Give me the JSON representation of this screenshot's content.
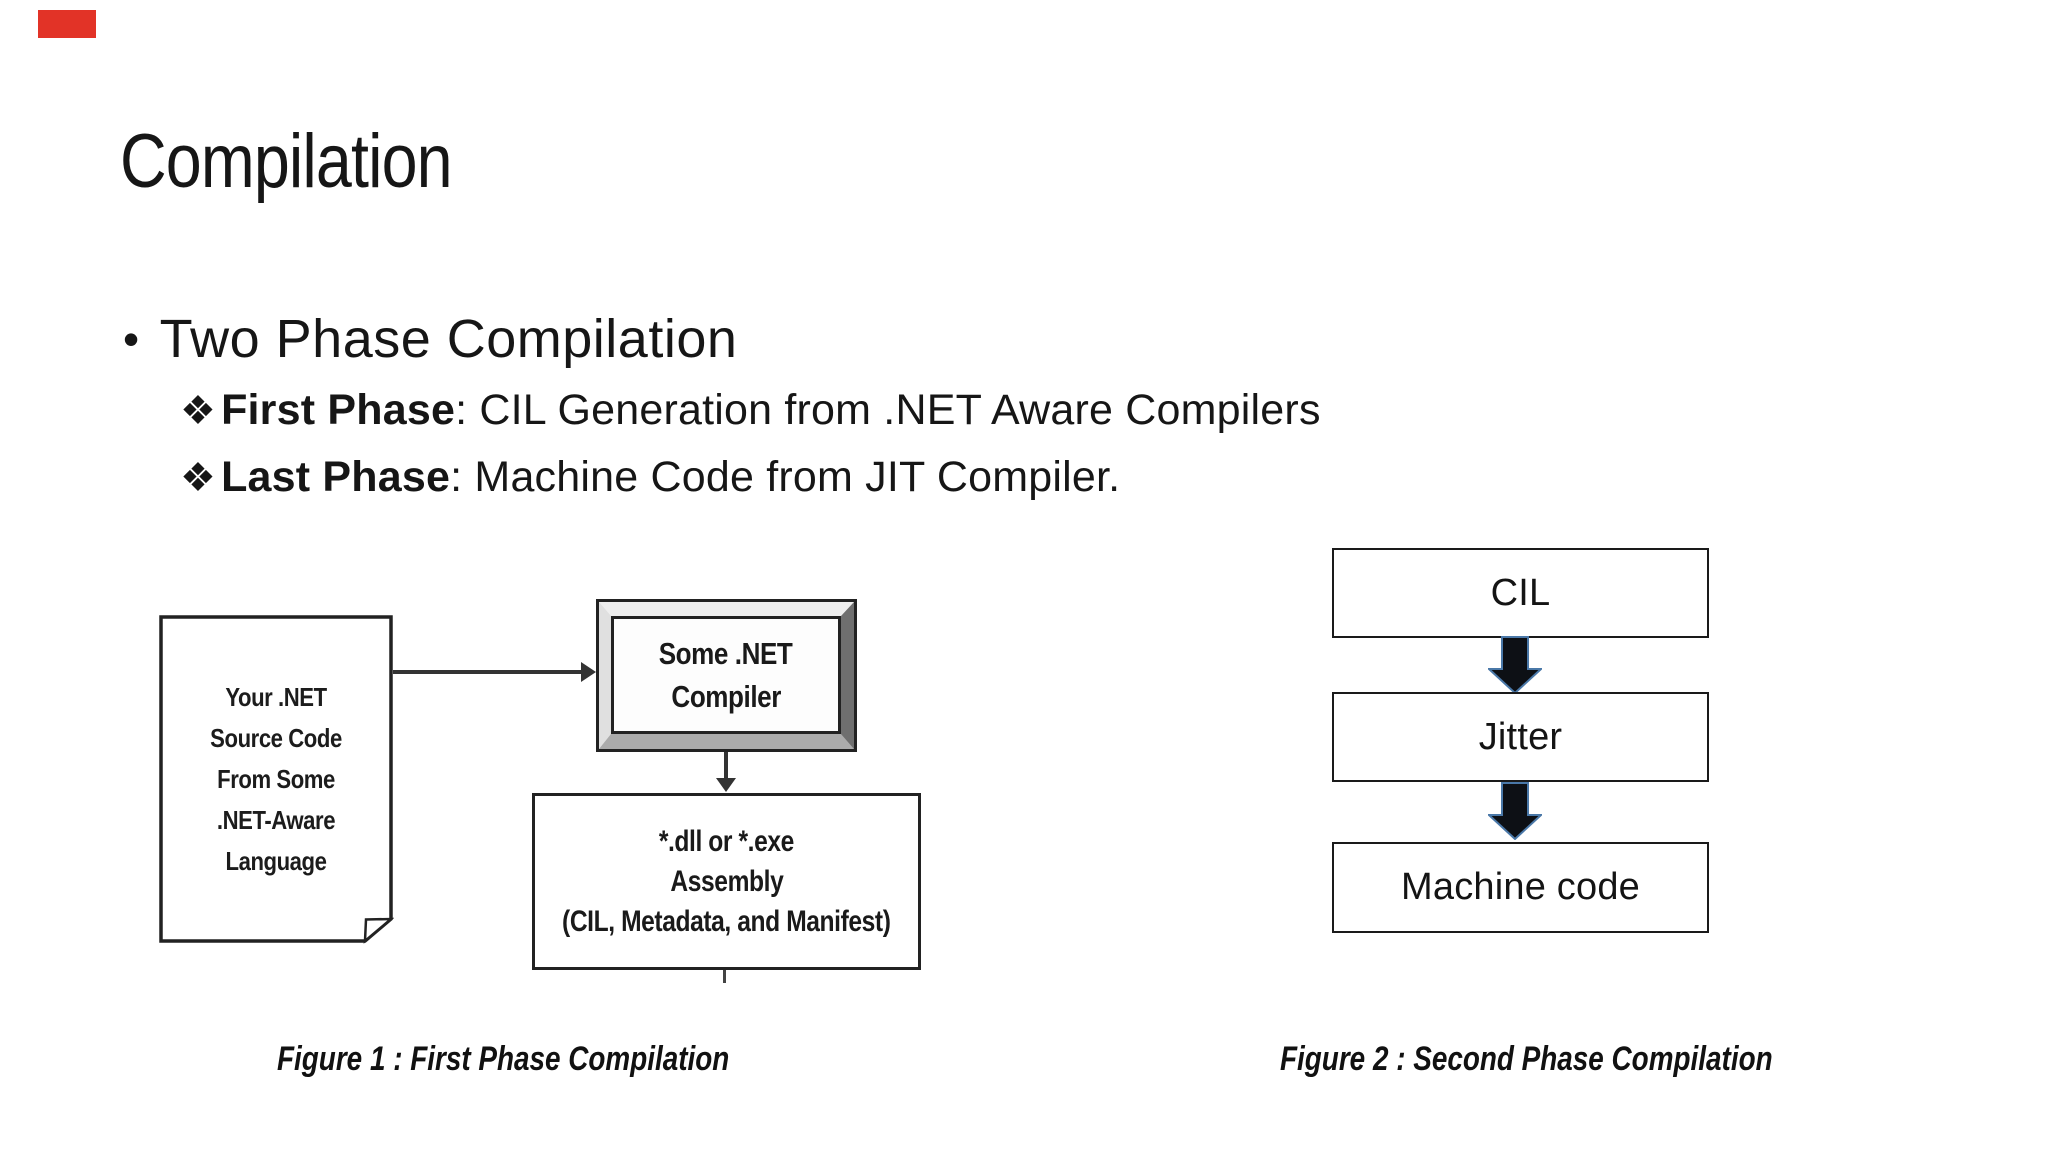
{
  "slide": {
    "title": "Compilation",
    "bullet_marker": "•",
    "bullet": "Two Phase Compilation",
    "sub_bullets": [
      {
        "marker": "❖",
        "bold": "First Phase",
        "rest": ": CIL Generation from .NET Aware Compilers"
      },
      {
        "marker": "❖",
        "bold": "Last Phase",
        "rest": ": Machine Code from JIT Compiler."
      }
    ]
  },
  "figure1": {
    "doc_lines": [
      "Your .NET",
      "Source Code",
      "From Some",
      ".NET-Aware",
      "Language"
    ],
    "compiler_lines": [
      "Some .NET",
      "Compiler"
    ],
    "assembly_lines": [
      "*.dll or *.exe",
      "Assembly",
      "(CIL, Metadata, and Manifest)"
    ],
    "caption": "Figure 1 : First Phase Compilation"
  },
  "figure2": {
    "boxes": [
      "CIL",
      "Jitter",
      "Machine code"
    ],
    "caption": "Figure 2 : Second Phase Compilation"
  },
  "colors": {
    "accent_red": "#e23327",
    "arrow_fill": "#0d1015",
    "arrow_stroke": "#4a78a8",
    "ink": "#141414"
  }
}
